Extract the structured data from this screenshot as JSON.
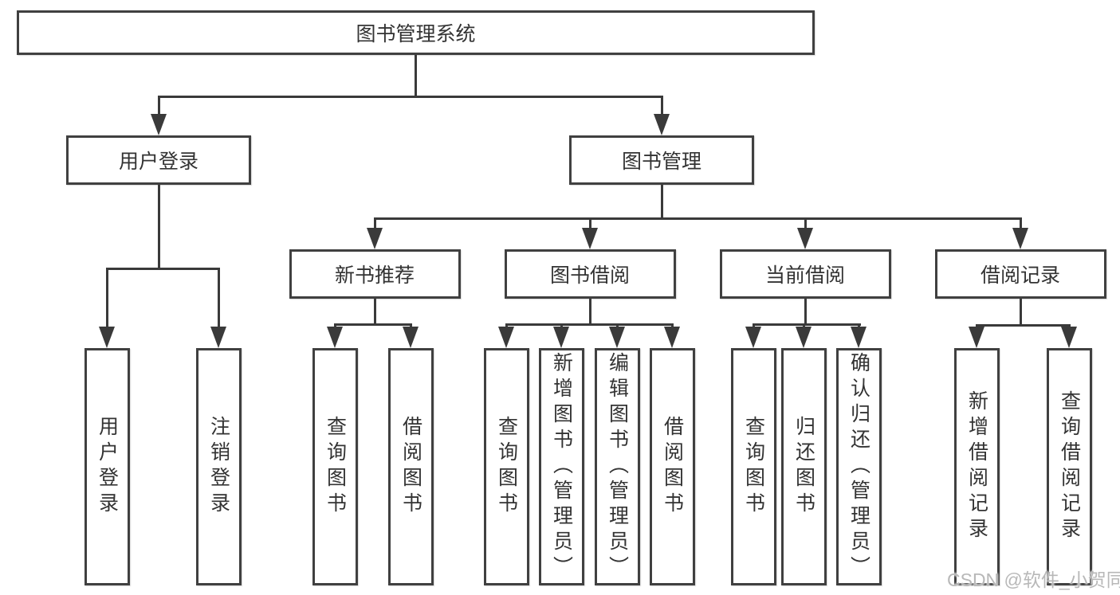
{
  "title": "图书管理系统",
  "level2": [
    {
      "label": "用户登录"
    },
    {
      "label": "图书管理"
    }
  ],
  "level3": [
    {
      "label": "新书推荐",
      "parent": "图书管理"
    },
    {
      "label": "图书借阅",
      "parent": "图书管理"
    },
    {
      "label": "当前借阅",
      "parent": "图书管理"
    },
    {
      "label": "借阅记录",
      "parent": "图书管理"
    }
  ],
  "level4": [
    {
      "label": "用户登录",
      "parent": "用户登录"
    },
    {
      "label": "注销登录",
      "parent": "用户登录"
    },
    {
      "label": "查询图书",
      "parent": "新书推荐"
    },
    {
      "label": "借阅图书",
      "parent": "新书推荐"
    },
    {
      "label": "查询图书",
      "parent": "图书借阅"
    },
    {
      "label": "新增图书（管理员）",
      "parent": "图书借阅"
    },
    {
      "label": "编辑图书（管理员）",
      "parent": "图书借阅"
    },
    {
      "label": "借阅图书",
      "parent": "图书借阅"
    },
    {
      "label": "查询图书",
      "parent": "当前借阅"
    },
    {
      "label": "归还图书",
      "parent": "当前借阅"
    },
    {
      "label": "确认归还（管理员）",
      "parent": "当前借阅"
    },
    {
      "label": "新增借阅记录",
      "parent": "借阅记录"
    },
    {
      "label": "查询借阅记录",
      "parent": "借阅记录"
    }
  ],
  "watermark": "CSDN @软件_小贺同学",
  "colors": {
    "line": "#3a3a3a",
    "border": "#404040",
    "text": "#333333",
    "watermark": "#b8b8b8",
    "background": "#ffffff"
  }
}
